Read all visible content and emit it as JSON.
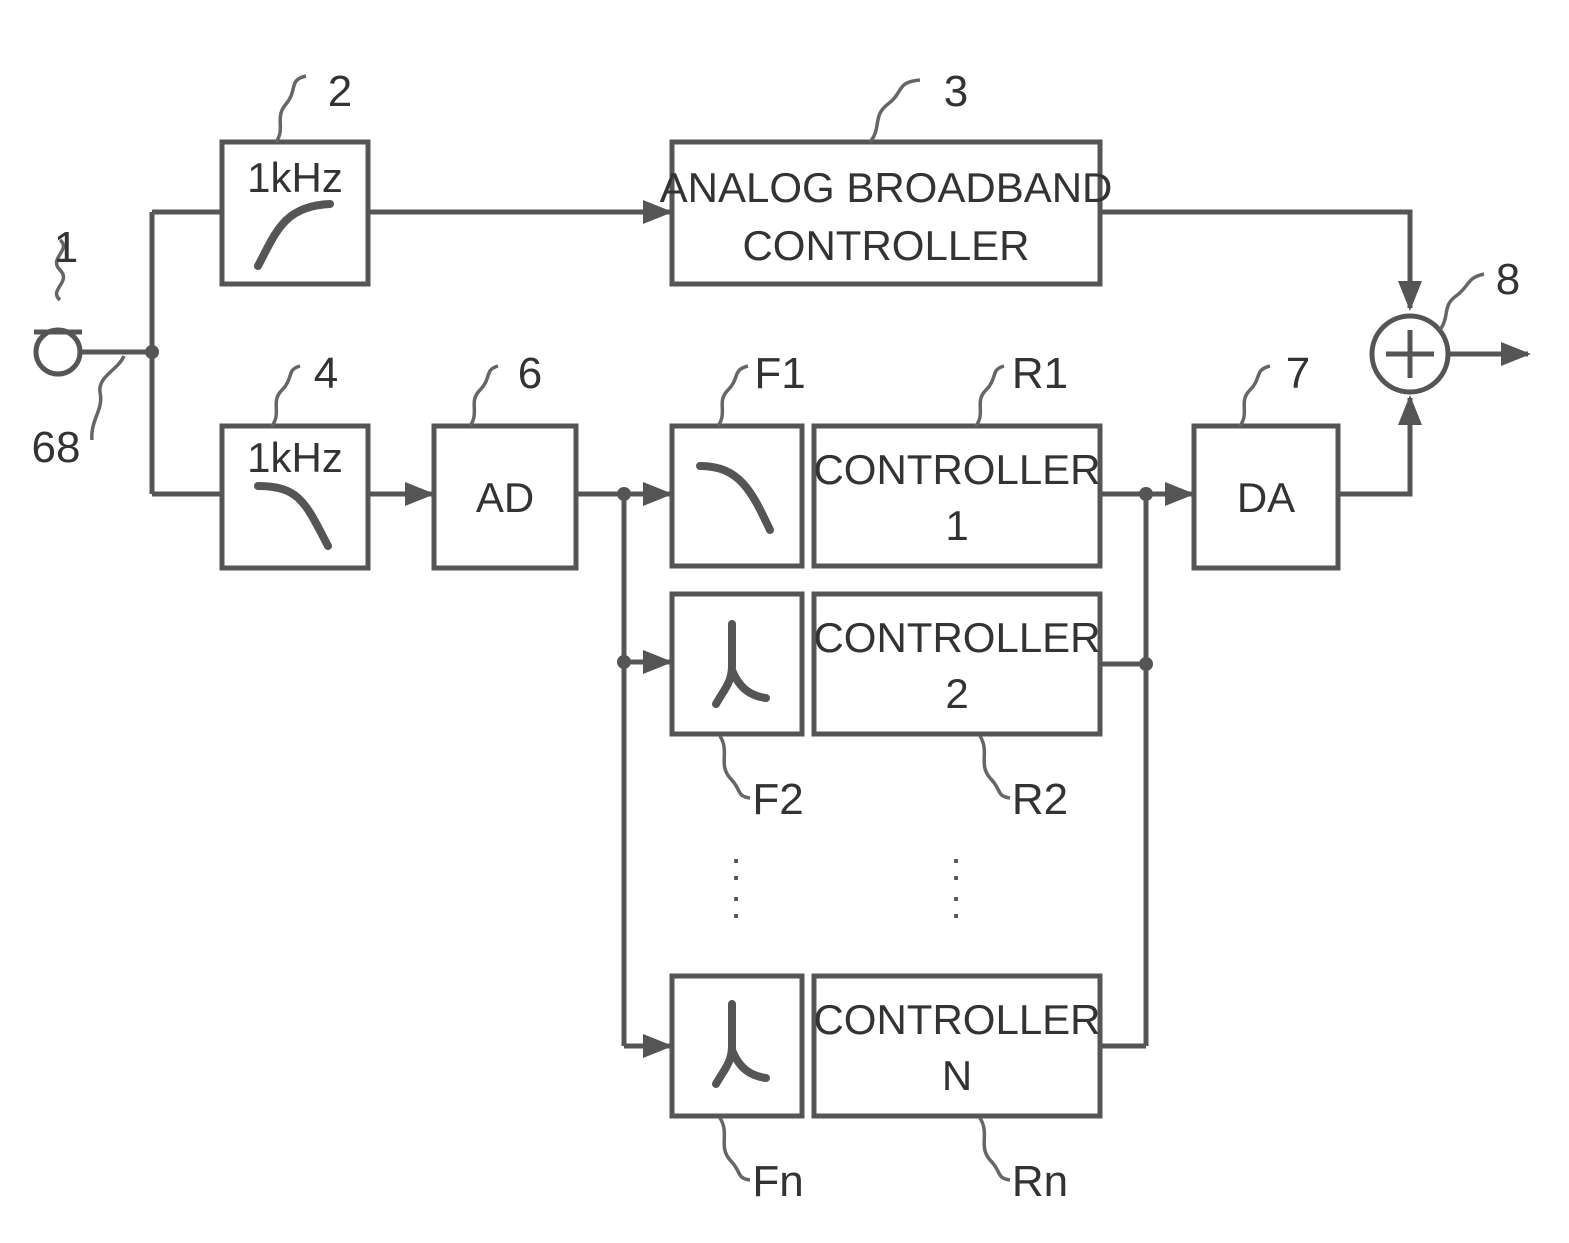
{
  "labels": {
    "mic": "1",
    "wire": "68",
    "hp": "2",
    "broadband": "3",
    "lp": "4",
    "ad": "6",
    "f1": "F1",
    "r1": "R1",
    "f2": "F2",
    "r2": "R2",
    "fn": "Fn",
    "rn": "Rn",
    "da": "7",
    "sum": "8"
  },
  "blocks": {
    "hp_freq": "1kHz",
    "lp_freq": "1kHz",
    "broadband_line1": "ANALOG BROADBAND",
    "broadband_line2": "CONTROLLER",
    "ad": "AD",
    "da": "DA",
    "c1_line1": "CONTROLLER",
    "c1_line2": "1",
    "c2_line1": "CONTROLLER",
    "c2_line2": "2",
    "cn_line1": "CONTROLLER",
    "cn_line2": "N"
  },
  "ellipsis": {
    "filters": ":",
    "controllers": ":"
  }
}
